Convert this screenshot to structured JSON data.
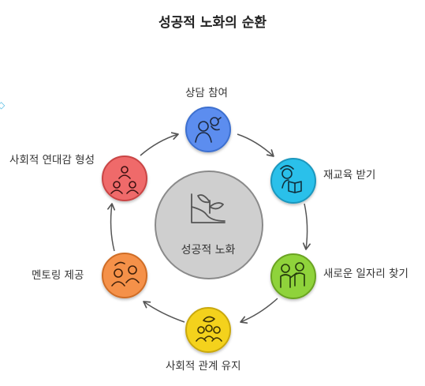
{
  "title": "성공적 노화의 순환",
  "center": {
    "label": "성공적 노화",
    "icon": "sprout-chart-icon",
    "color": "#cfcfcf"
  },
  "nodes": [
    {
      "label": "상담 참여",
      "icon": "counseling-icon",
      "color": "#5b8def"
    },
    {
      "label": "재교육 받기",
      "icon": "reading-book-icon",
      "color": "#2cc0ea"
    },
    {
      "label": "새로운 일자리 찾기",
      "icon": "presenter-icon",
      "color": "#8fd33a"
    },
    {
      "label": "사회적 관계 유지",
      "icon": "people-group-icon",
      "color": "#f4d21f"
    },
    {
      "label": "멘토링 제공",
      "icon": "mentoring-icon",
      "color": "#f5914a"
    },
    {
      "label": "사회적 연대감 형성",
      "icon": "community-icon",
      "color": "#ef6a6a"
    }
  ]
}
